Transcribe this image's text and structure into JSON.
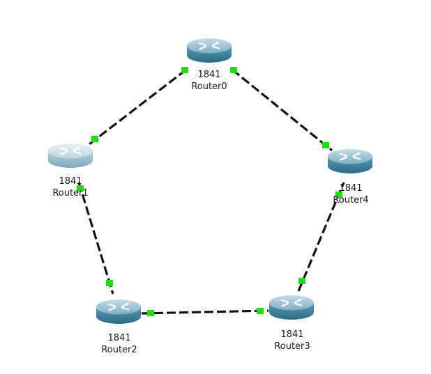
{
  "routers": [
    {
      "id": "router0",
      "model": "1841",
      "name": "Router0"
    },
    {
      "id": "router1",
      "model": "1841",
      "name": "Router1"
    },
    {
      "id": "router2",
      "model": "1841",
      "name": "Router2"
    },
    {
      "id": "router3",
      "model": "1841",
      "name": "Router3"
    },
    {
      "id": "router4",
      "model": "1841",
      "name": "Router4"
    }
  ],
  "links": [
    {
      "from": "router0",
      "to": "router1",
      "status": "up"
    },
    {
      "from": "router0",
      "to": "router4",
      "status": "up"
    },
    {
      "from": "router1",
      "to": "router2",
      "status": "up"
    },
    {
      "from": "router2",
      "to": "router3",
      "status": "up"
    },
    {
      "from": "router3",
      "to": "router4",
      "status": "up"
    }
  ],
  "colors": {
    "link": "#111111",
    "link_up_indicator": "#22dd11",
    "router_dark": "#3e7f97",
    "router_light": "#9fc4d2"
  }
}
